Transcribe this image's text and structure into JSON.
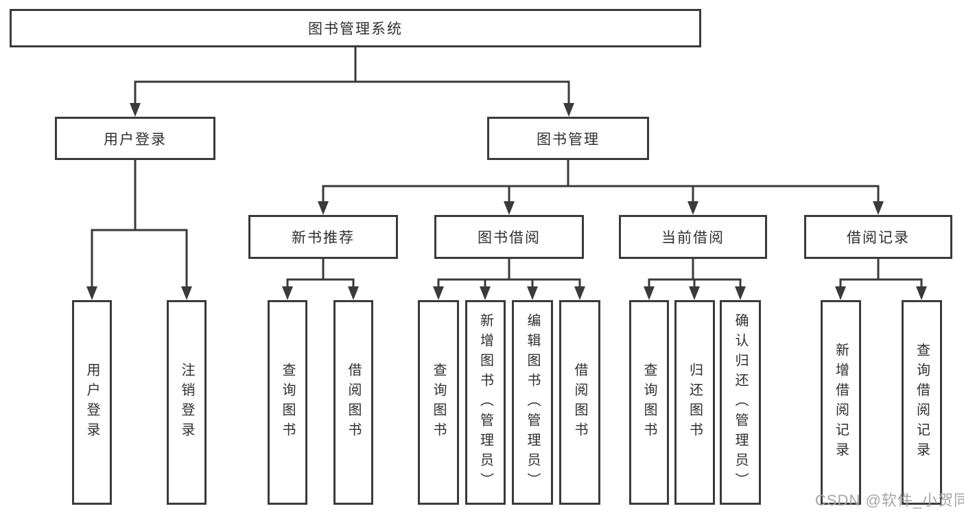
{
  "colors": {
    "line": "#3a3a3a",
    "box_border": "#3a3a3a",
    "text": "#2f2f2f",
    "watermark": "#a5a5a5",
    "background": "#ffffff"
  },
  "diagram": {
    "root": {
      "label": "图书管理系统"
    },
    "user_login": {
      "label": "用户登录",
      "children": [
        {
          "label": "用户登录"
        },
        {
          "label": "注销登录"
        }
      ]
    },
    "book_mgmt": {
      "label": "图书管理",
      "modules": [
        {
          "label": "新书推荐",
          "children": [
            {
              "label": "查询图书"
            },
            {
              "label": "借阅图书"
            }
          ]
        },
        {
          "label": "图书借阅",
          "children": [
            {
              "label": "查询图书"
            },
            {
              "label": "新增图书（管理员）"
            },
            {
              "label": "编辑图书（管理员）"
            },
            {
              "label": "借阅图书"
            }
          ]
        },
        {
          "label": "当前借阅",
          "children": [
            {
              "label": "查询图书"
            },
            {
              "label": "归还图书"
            },
            {
              "label": "确认归还（管理员）"
            }
          ]
        },
        {
          "label": "借阅记录",
          "children": [
            {
              "label": "新增借阅记录"
            },
            {
              "label": "查询借阅记录"
            }
          ]
        }
      ]
    },
    "watermark": "CSDN @软件_小贺同学"
  }
}
